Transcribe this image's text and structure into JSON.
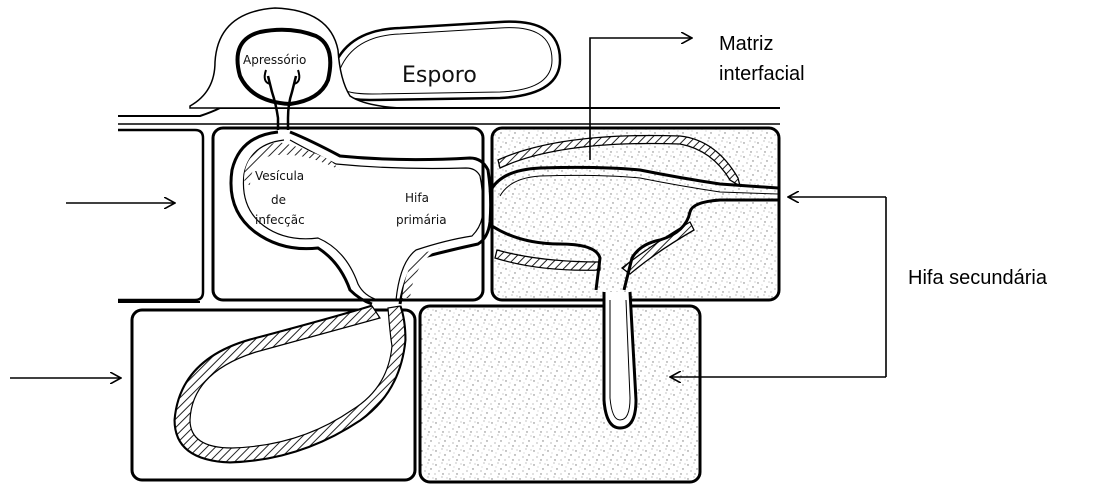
{
  "labels": {
    "apressorio": "Apressório",
    "esporo": "Esporo",
    "vesicula_1": "Vesícula",
    "vesicula_2": "de",
    "vesicula_3": "infecçãc",
    "hifa_primaria_1": "Hifa",
    "hifa_primaria_2": "primária",
    "matriz_1": "Matriz",
    "matriz_2": "interfacial",
    "hifa_secundaria": "Hifa secundária"
  },
  "colors": {
    "line": "#000000",
    "stipple": "#8a8a8a",
    "background": "#ffffff"
  }
}
